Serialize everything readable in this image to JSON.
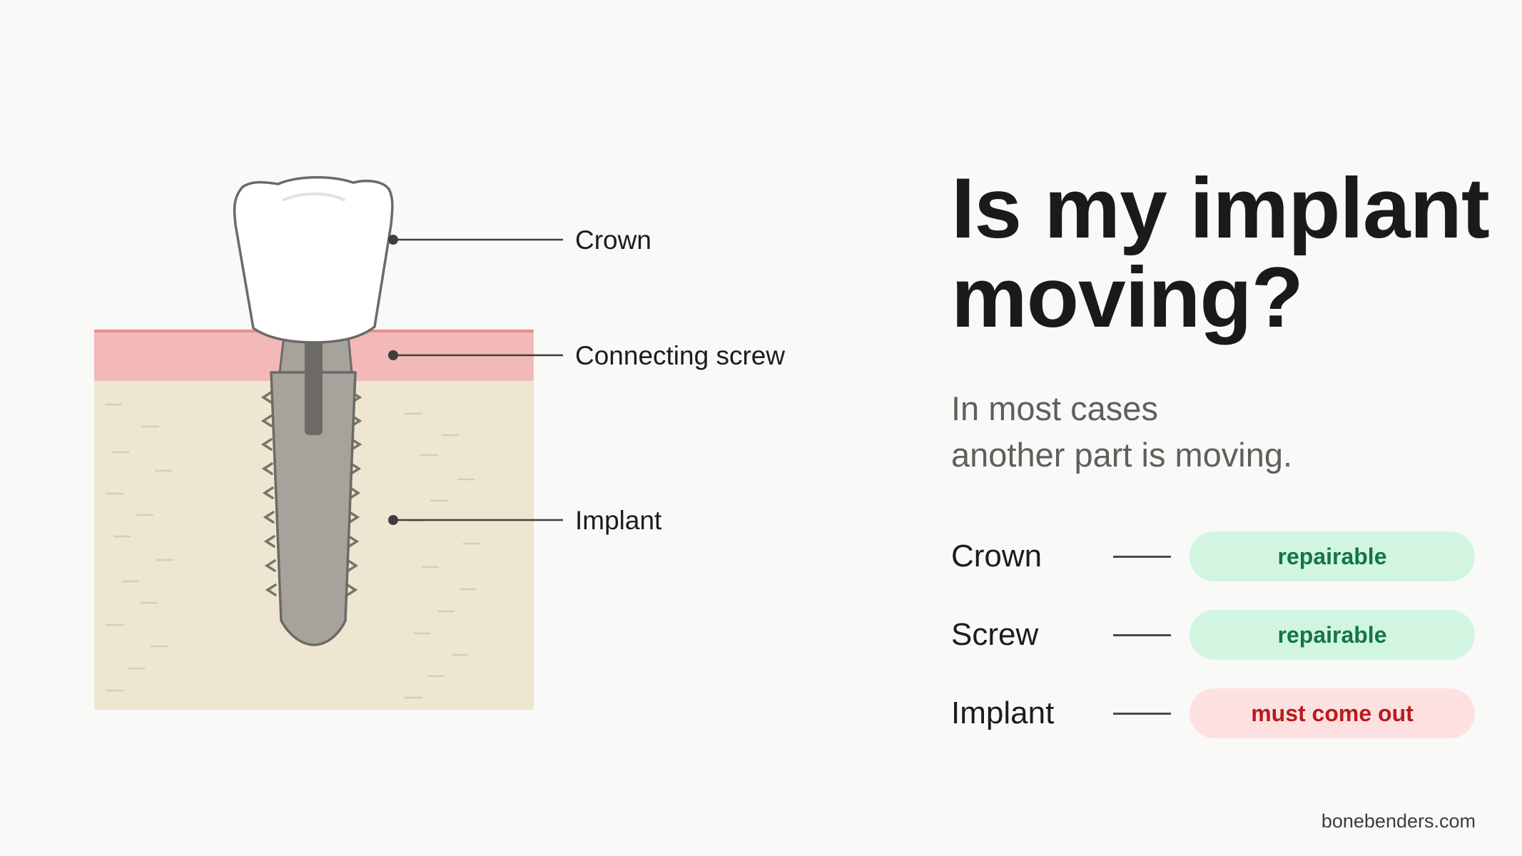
{
  "diagram": {
    "labels": {
      "crown": "Crown",
      "screw": "Connecting screw",
      "implant": "Implant"
    },
    "colors": {
      "gum": "#f3b8b8",
      "gum_edge": "#e58f92",
      "bone": "#eee6d0",
      "bone_texture": "#d7cdb2",
      "crown_fill": "#ffffff",
      "crown_outline": "#6c6a66",
      "implant_fill": "#a7a39c",
      "implant_outline": "#6c6a66",
      "screw_channel": "#6e6b66"
    }
  },
  "headline": {
    "line1": "Is my implant",
    "line2": "moving?"
  },
  "subtitle": {
    "line1": "In most cases",
    "line2": "another part is moving."
  },
  "status_rows": [
    {
      "part": "Crown",
      "status": "repairable",
      "tone": "ok"
    },
    {
      "part": "Screw",
      "status": "repairable",
      "tone": "ok"
    },
    {
      "part": "Implant",
      "status": "must come out",
      "tone": "bad"
    }
  ],
  "status_colors": {
    "ok_bg": "#d2f5e2",
    "ok_text": "#14754b",
    "bad_bg": "#fde1e1",
    "bad_text": "#b81c1c"
  },
  "footer": {
    "site": "bonebenders.com"
  }
}
